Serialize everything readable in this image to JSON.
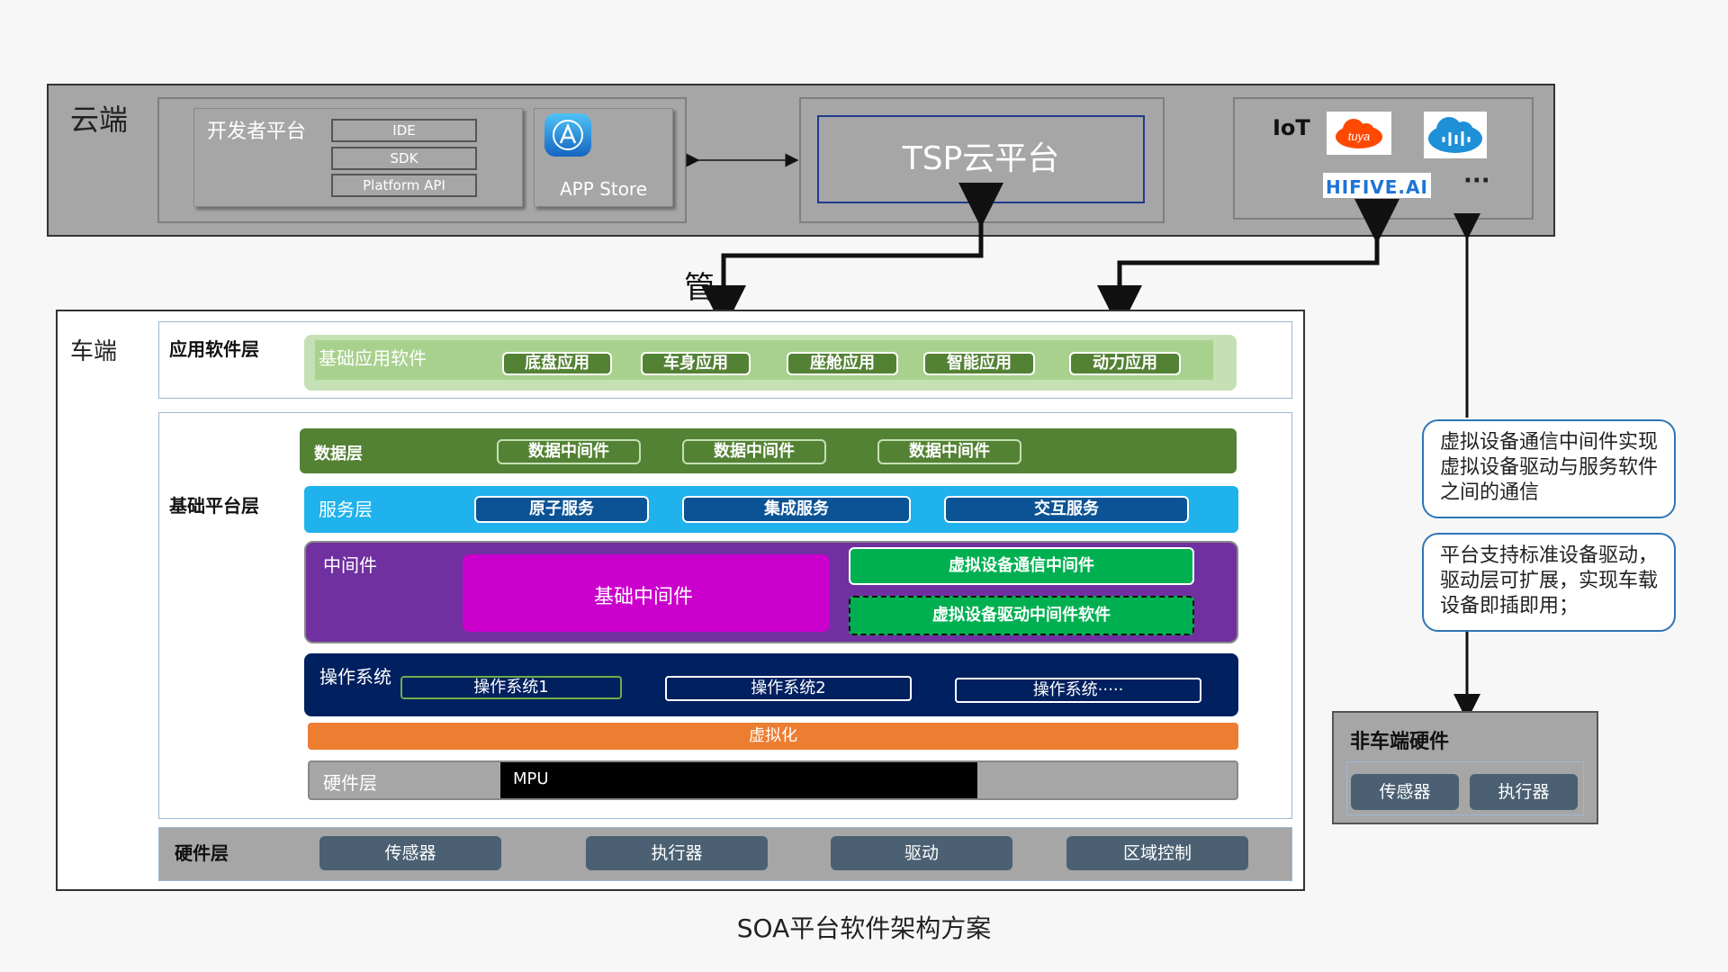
{
  "cloud": {
    "title": "云端",
    "dev_platform": {
      "label": "开发者平台",
      "items": [
        "IDE",
        "SDK",
        "Platform API"
      ]
    },
    "app_store": {
      "label": "APP Store",
      "icon": "app-store-icon"
    },
    "tsp": {
      "label": "TSP云平台"
    },
    "iot": {
      "label": "IoT",
      "logos": [
        {
          "name": "tuya-logo",
          "text": "tuya"
        },
        {
          "name": "cloud-wave-logo"
        },
        {
          "name": "hifive-logo",
          "text": "HIFIVE.AI"
        }
      ],
      "more": "···"
    }
  },
  "pipe_label": "管",
  "car": {
    "title": "车端",
    "app_layer": {
      "label": "应用软件层",
      "sub_label": "基础应用软件",
      "items": [
        "底盘应用",
        "车身应用",
        "座舱应用",
        "智能应用",
        "动力应用"
      ]
    },
    "platform_layer": {
      "label": "基础平台层",
      "data": {
        "label": "数据层",
        "items": [
          "数据中间件",
          "数据中间件",
          "数据中间件"
        ]
      },
      "service": {
        "label": "服务层",
        "items": [
          "原子服务",
          "集成服务",
          "交互服务"
        ]
      },
      "middleware": {
        "label": "中间件",
        "base": "基础中间件",
        "comm": "虚拟设备通信中间件",
        "driver": "虚拟设备驱动中间件软件"
      },
      "os": {
        "label": "操作系统",
        "items": [
          "操作系统1",
          "操作系统2",
          "操作系统·····"
        ]
      },
      "virtualization": "虚拟化",
      "hw": {
        "label": "硬件层",
        "mpu": "MPU"
      }
    },
    "hw_layer": {
      "label": "硬件层",
      "items": [
        "传感器",
        "执行器",
        "驱动",
        "区域控制"
      ]
    }
  },
  "notes": [
    "虚拟设备通信中间件实现虚拟设备驱动与服务软件之间的通信",
    "平台支持标准设备驱动，驱动层可扩展，实现车载设备即插即用；"
  ],
  "offboard": {
    "title": "非车端硬件",
    "items": [
      "传感器",
      "执行器"
    ]
  },
  "caption": "SOA平台软件架构方案",
  "colors": {
    "green": "#548235",
    "app_green": "#a9d18e",
    "service_blue": "#1fb2ec",
    "purple": "#7030a0",
    "magenta": "#cc00cc",
    "bright_green": "#00b050",
    "navy": "#002060",
    "orange": "#ed7d31",
    "slate": "#4b6072"
  }
}
